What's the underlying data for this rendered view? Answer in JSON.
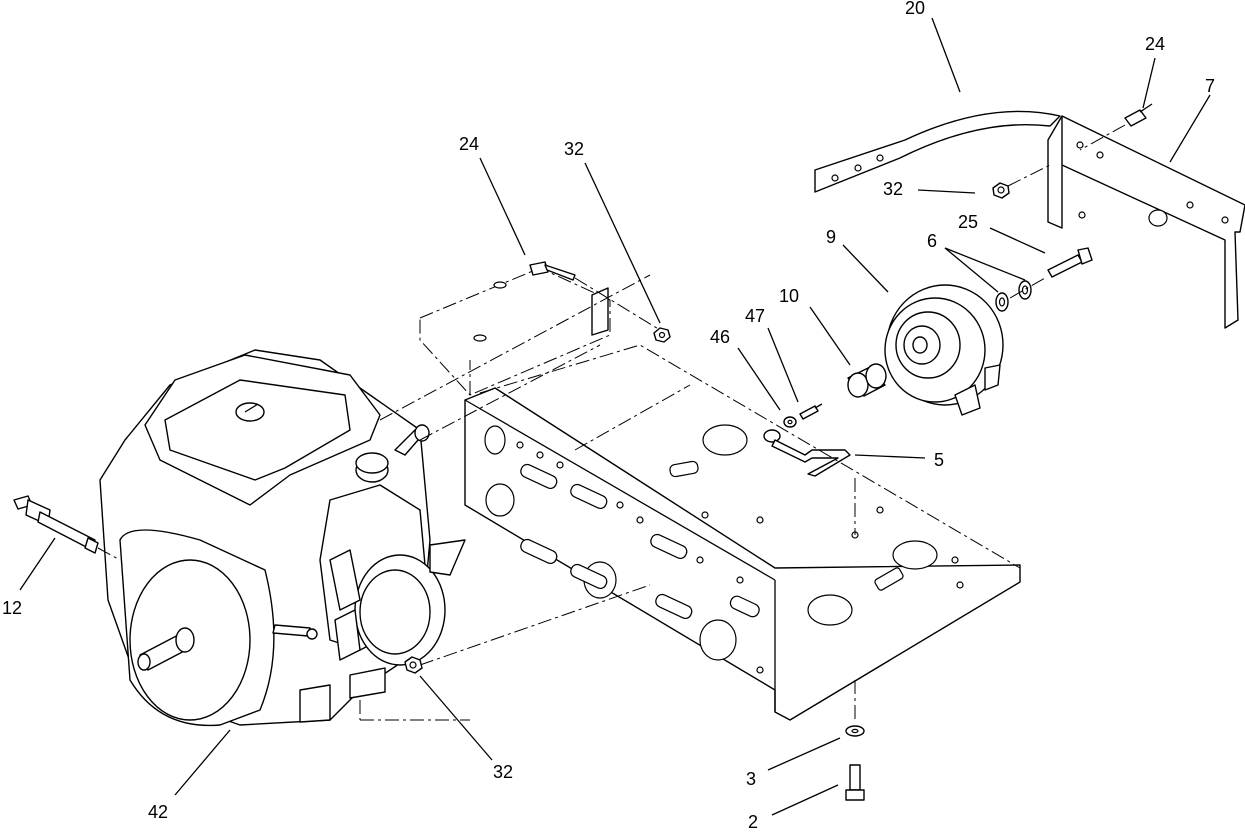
{
  "callouts": [
    {
      "id": "c20",
      "text": "20"
    },
    {
      "id": "c24a",
      "text": "24"
    },
    {
      "id": "c7",
      "text": "7"
    },
    {
      "id": "c32a",
      "text": "32"
    },
    {
      "id": "c9",
      "text": "9"
    },
    {
      "id": "c6",
      "text": "6"
    },
    {
      "id": "c25",
      "text": "25"
    },
    {
      "id": "c24b",
      "text": "24"
    },
    {
      "id": "c32b",
      "text": "32"
    },
    {
      "id": "c10",
      "text": "10"
    },
    {
      "id": "c47",
      "text": "47"
    },
    {
      "id": "c46",
      "text": "46"
    },
    {
      "id": "c5",
      "text": "5"
    },
    {
      "id": "c12",
      "text": "12"
    },
    {
      "id": "c32c",
      "text": "32"
    },
    {
      "id": "c42",
      "text": "42"
    },
    {
      "id": "c3",
      "text": "3"
    },
    {
      "id": "c2",
      "text": "2"
    }
  ]
}
